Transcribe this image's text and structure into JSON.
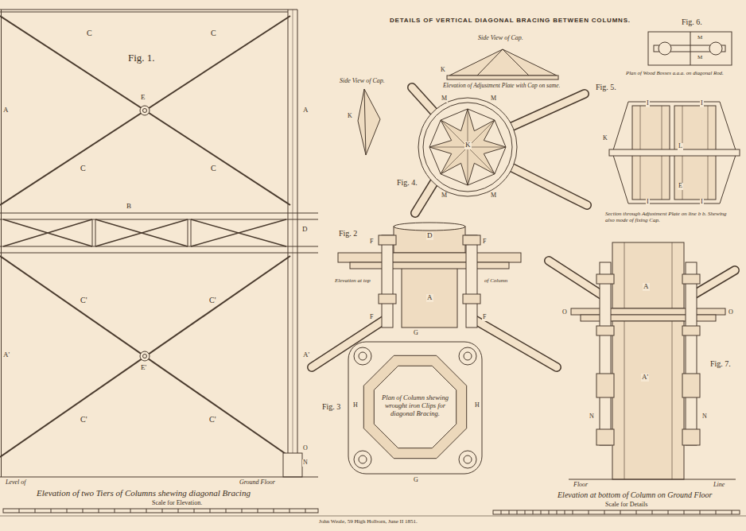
{
  "diagram": {
    "title": "DETAILS OF VERTICAL DIAGONAL BRACING BETWEEN COLUMNS.",
    "nodes": [
      {
        "text": [
          "Plan of Column shewing wrought iron Clips for diagonal Bracing."
        ]
      }
    ],
    "labels": [
      "Fig. 1.",
      "C",
      "C",
      "E",
      "C",
      "C",
      "A",
      "A",
      "B",
      "D",
      "C'",
      "C'",
      "A'",
      "A'",
      "E'",
      "C'",
      "C'",
      "O",
      "N",
      "Level of",
      "Ground Floor",
      "Elevation of two Tiers of Columns shewing diagonal Bracing",
      "Scale for Elevation.",
      "Side View of Cap.",
      "K",
      "Side View of Cap.",
      "K",
      "Elevation of Adjustment Plate with Cap on same.",
      "Fig. 4.",
      "K",
      "M",
      "M",
      "M",
      "M",
      "Fig. 6.",
      "M",
      "M",
      "Plan of Wood Bosses a.a.a. on diagonal Rod.",
      "Fig. 5.",
      "I",
      "I",
      "I",
      "I",
      "K",
      "L",
      "E",
      "Section through Adjustment Plate on line b b. Shewing also mode of fixing Cap.",
      "Fig. 2",
      "D",
      "F",
      "F",
      "Elevation at top",
      "of Column",
      "A",
      "F",
      "F",
      "Fig. 3",
      "G",
      "G",
      "H",
      "H",
      "Fig. 7.",
      "A",
      "A'",
      "O",
      "O",
      "N",
      "N",
      "Floor",
      "Line",
      "Elevation at bottom of Column on Ground Floor",
      "Scale for Details",
      "John Weale, 59 High Holborn, June II 1851."
    ]
  }
}
